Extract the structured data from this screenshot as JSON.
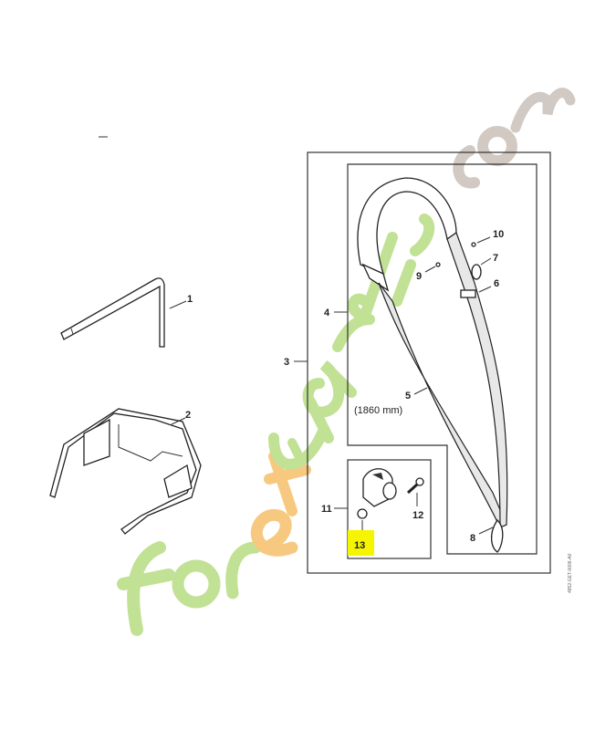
{
  "diagram": {
    "callouts": [
      {
        "id": "1",
        "part": "rod"
      },
      {
        "id": "2",
        "part": "safety-glasses"
      },
      {
        "id": "3",
        "part": "kit-outer-box"
      },
      {
        "id": "4",
        "part": "harness-box"
      },
      {
        "id": "5",
        "part": "strap"
      },
      {
        "id": "6",
        "part": "buckle"
      },
      {
        "id": "7",
        "part": "clip"
      },
      {
        "id": "8",
        "part": "hook"
      },
      {
        "id": "9",
        "part": "rivet"
      },
      {
        "id": "10",
        "part": "small-rivet"
      },
      {
        "id": "11",
        "part": "carrying-ring-box"
      },
      {
        "id": "12",
        "part": "screw"
      },
      {
        "id": "13",
        "part": "nut"
      }
    ],
    "dimension_label": "(1860 mm)",
    "highlighted_callout": "13",
    "highlight_color": "#f5f500",
    "drawing_code": "4852-GET-0006-A0",
    "watermark": {
      "text": "foretjardin.com",
      "colors": [
        "#a8d36a",
        "#f5b54a",
        "#b5aaa0"
      ]
    }
  }
}
